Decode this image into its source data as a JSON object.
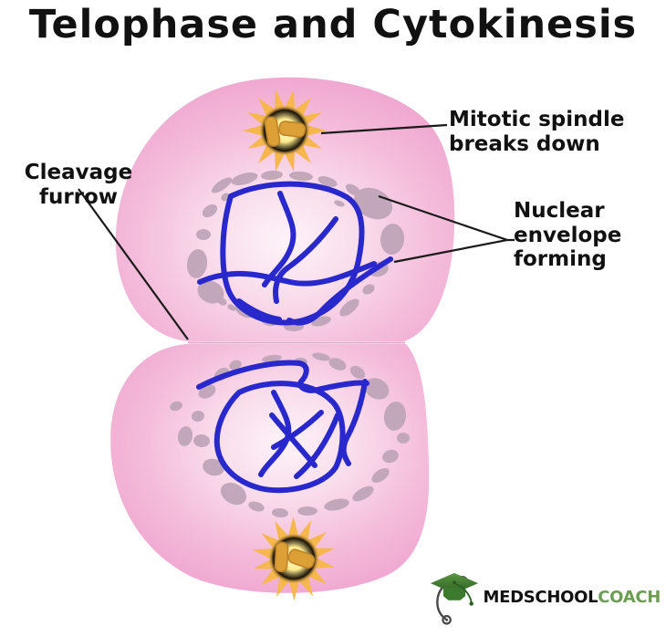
{
  "title": "Telophase and Cytokinesis",
  "labels": {
    "cleavage_furrow": {
      "line1": "Cleavage",
      "line2": "furrow"
    },
    "mitotic_spindle": {
      "line1": "Mitotic spindle",
      "line2": "breaks down"
    },
    "nuclear_envelope": {
      "line1": "Nuclear",
      "line2": "envelope",
      "line3": "forming"
    }
  },
  "diagram": {
    "cells": [
      "top-daughter-cell",
      "bottom-daughter-cell"
    ],
    "structures": [
      "chromosomes",
      "centrosome-aster",
      "nuclear-envelope-fragments",
      "cleavage-furrow"
    ]
  },
  "logo": {
    "brand_bold": "MEDSCHOOL",
    "brand_light": "COACH",
    "icon": "graduation-cap-stethoscope-icon"
  },
  "colors": {
    "cell-edge": "#ee9fcc",
    "cell-center": "#fcf1f7",
    "chromosome-blue": "#2828cd",
    "nuclear-fragment": "#bda3b6",
    "aster-yellow": "#f6b84c",
    "aster-glow": "#fff3ae",
    "centriole-orange": "#dda037",
    "annotation-line": "#1a1a1a",
    "logo-green-dark": "#3c7a2e",
    "logo-green-text": "#6b9e53",
    "text-black": "#111111"
  }
}
